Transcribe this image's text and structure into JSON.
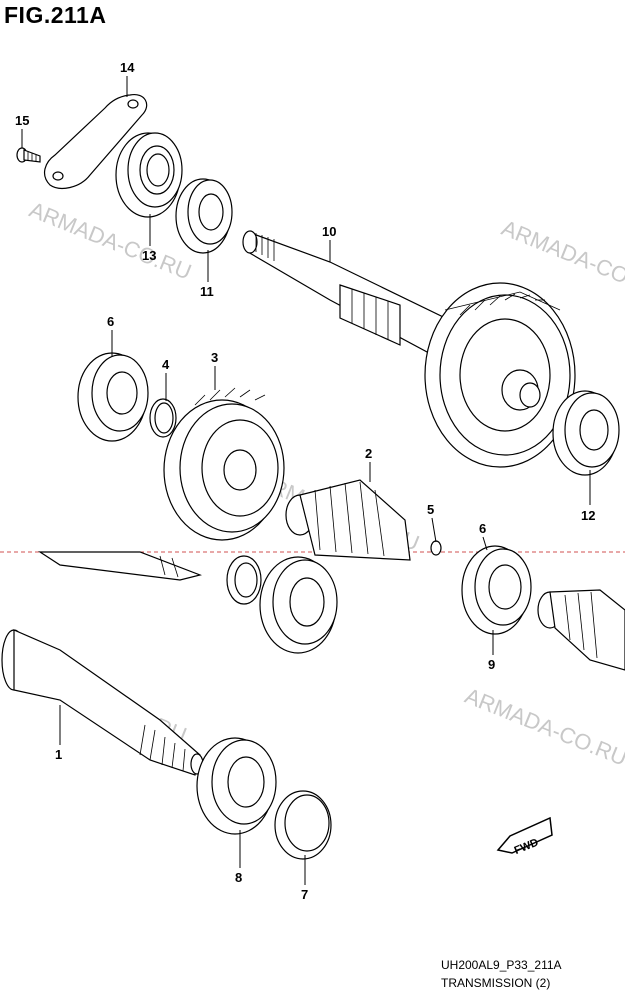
{
  "figure": {
    "title": "FIG.211A"
  },
  "watermark": {
    "text": "ARMADA-CO.RU",
    "color": "#c8c8c8"
  },
  "part_numbers": {
    "p1": "1",
    "p2": "2",
    "p3": "3",
    "p4": "4",
    "p5": "5",
    "p6a": "6",
    "p6b": "6",
    "p7": "7",
    "p8": "8",
    "p9": "9",
    "p10": "10",
    "p11": "11",
    "p12": "12",
    "p13": "13",
    "p14": "14",
    "p15": "15"
  },
  "fwd_badge": {
    "label": "FWD"
  },
  "footer": {
    "code": "UH200AL9_P33_211A",
    "name": "TRANSMISSION (2)"
  }
}
